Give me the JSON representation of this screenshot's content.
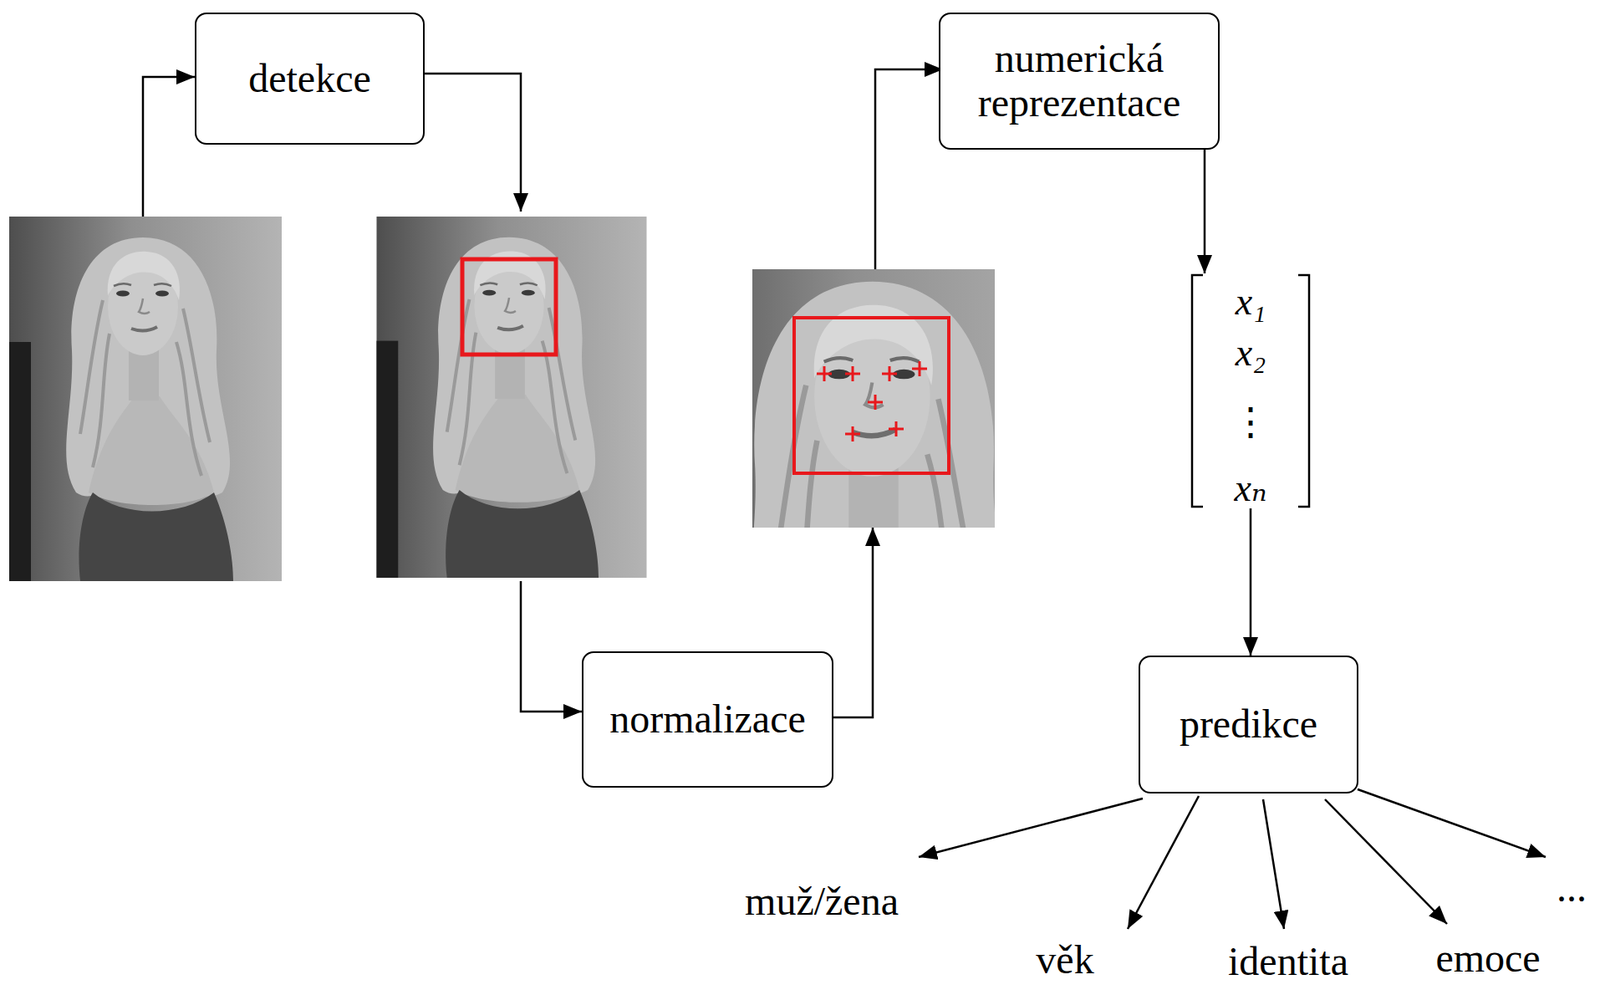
{
  "diagram": {
    "nodes": [
      {
        "text": [
          "detekce"
        ]
      },
      {
        "text": [
          "numerická reprezentace"
        ]
      },
      {
        "text": [
          "x₁",
          "x₂",
          "⋮",
          "xₙ"
        ]
      },
      {
        "text": [
          "normalizace"
        ]
      },
      {
        "text": [
          "predikce"
        ]
      }
    ],
    "edges": [
      {
        "from": 1,
        "to": 2,
        "arrow": "to"
      },
      {
        "from": 2,
        "to": 4,
        "arrow": "to"
      }
    ],
    "labels": [
      "muž/žena",
      "věk",
      "identita",
      "emoce",
      "..."
    ]
  }
}
